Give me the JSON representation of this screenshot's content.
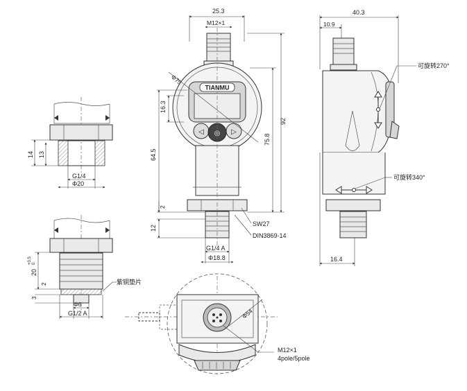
{
  "front_view": {
    "width_total": "25.3",
    "connector_thread": "M12×1",
    "display_diameter": "Φ75",
    "brand": "TIANMU",
    "button_left": "◁",
    "button_mid": "◎",
    "button_right": "▷",
    "dim_display_height": "16.3",
    "dim_body_height": "64.5",
    "dim_total_height": "92",
    "dim_to_display": "75.8",
    "dim_collar": "2",
    "dim_thread_length": "12",
    "wrench_size": "SW27",
    "standard": "DIN3869-14",
    "process_thread": "G1/4 A",
    "seal_diameter": "Φ18.8"
  },
  "side_view": {
    "width_total": "40.3",
    "connector_offset": "10.9",
    "rotate_270": "可旋转270°",
    "rotate_340": "可旋转340°",
    "bottom_width": "16.4"
  },
  "detail_top": {
    "dim_height": "14",
    "dim_thread": "13",
    "thread": "G1/4",
    "diameter": "Φ20"
  },
  "detail_bottom": {
    "dim_tolerance_top": "+0.5",
    "dim_tolerance_bot": "0",
    "dim_height": "20",
    "dim_collar": "2",
    "dim_bottom": "3",
    "gasket_label": "紫铜垫片",
    "bore": "Φ6",
    "thread": "G1/2 A"
  },
  "top_view": {
    "diameter": "Φ54",
    "connector_thread": "M12×1",
    "pole_spec": "4pole/5pole"
  }
}
